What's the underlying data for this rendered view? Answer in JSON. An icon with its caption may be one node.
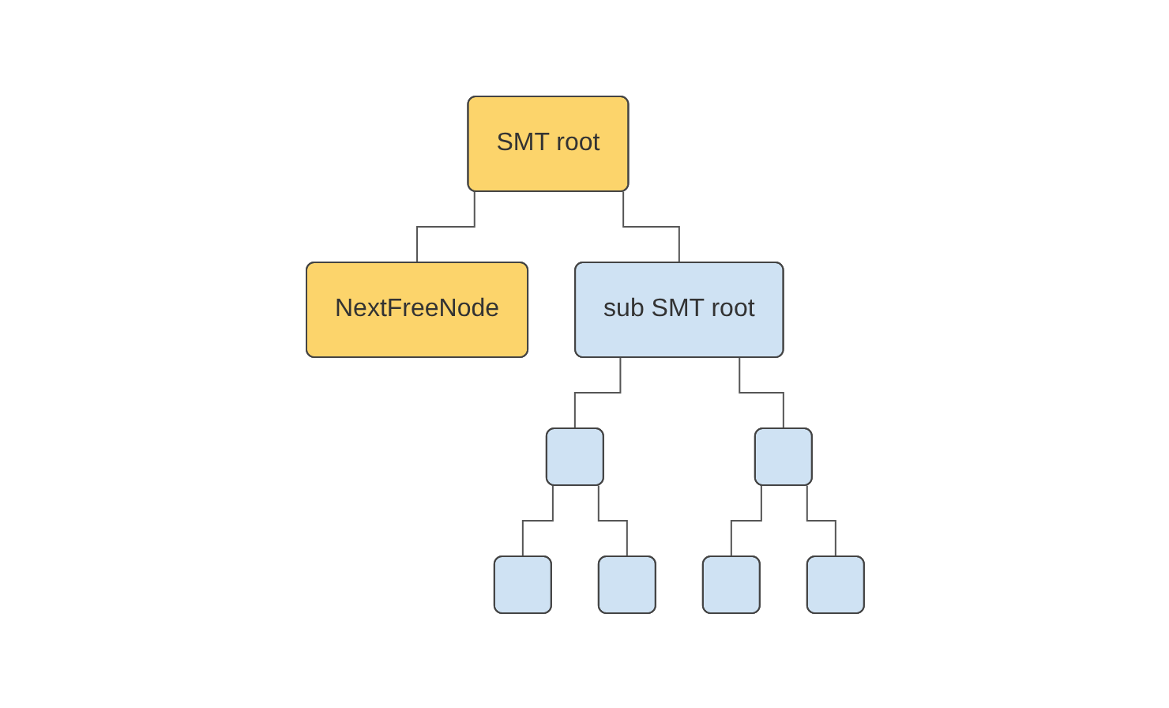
{
  "diagram": {
    "nodes": [
      {
        "text": [
          "SMT root"
        ]
      },
      {
        "text": [
          "NextFreeNode"
        ]
      },
      {
        "text": [
          "sub SMT root"
        ]
      },
      {
        "text": [],
        "shape": "box"
      },
      {
        "text": [],
        "shape": "box"
      },
      {
        "text": [],
        "shape": "box"
      },
      {
        "text": [],
        "shape": "box"
      },
      {
        "text": [],
        "shape": "box"
      },
      {
        "text": [],
        "shape": "box"
      }
    ],
    "edges": [
      {
        "from": 0,
        "to": 1,
        "arrow": "none"
      },
      {
        "from": 0,
        "to": 2,
        "arrow": "none"
      },
      {
        "from": 2,
        "to": 3,
        "arrow": "none"
      },
      {
        "from": 2,
        "to": 4,
        "arrow": "none"
      },
      {
        "from": 3,
        "to": 5,
        "arrow": "none"
      },
      {
        "from": 3,
        "to": 6,
        "arrow": "none"
      },
      {
        "from": 4,
        "to": 7,
        "arrow": "none"
      },
      {
        "from": 4,
        "to": 8,
        "arrow": "none"
      }
    ]
  }
}
